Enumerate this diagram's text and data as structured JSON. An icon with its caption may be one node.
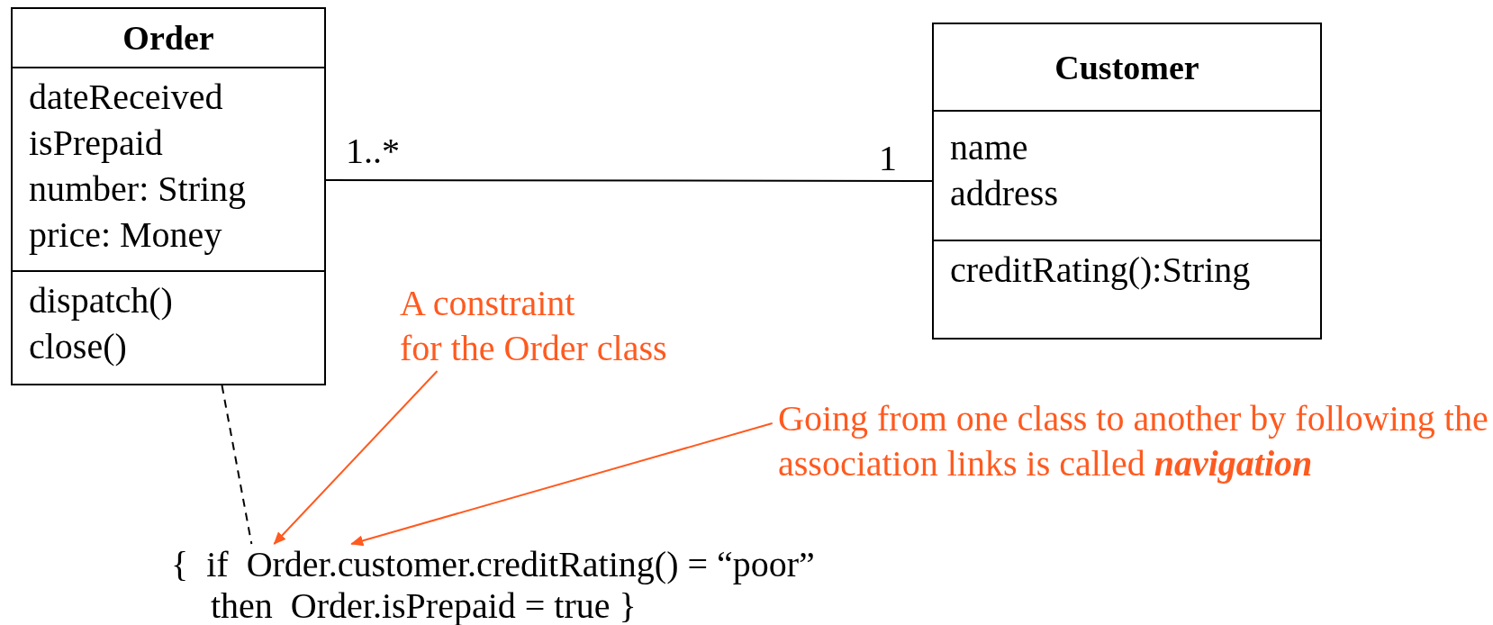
{
  "diagram": {
    "nodes": [
      {
        "text": [
          "Order",
          "dateReceived",
          "isPrepaid",
          "number: String",
          "price: Money",
          "dispatch()",
          "close()"
        ]
      },
      {
        "text": [
          "Customer",
          "name",
          "address",
          "creditRating():String"
        ]
      },
      {
        "text": [
          "{  if  Order.customer.creditRating() = “poor”",
          "then  Order.isPrepaid = true }"
        ]
      },
      {
        "text": [
          "A constraint",
          "for the Order class"
        ]
      },
      {
        "text": [
          "Going from one class to another by following the association links is called **navigation**"
        ]
      }
    ],
    "edges": [
      {
        "from": 0,
        "to": 1,
        "arrow": "none"
      },
      {
        "from": 0,
        "to": 2,
        "arrow": "none",
        "style": "dashed"
      },
      {
        "from": 3,
        "to": 2,
        "arrow": "to",
        "color": "#ff5a1f"
      },
      {
        "from": 4,
        "to": 2,
        "arrow": "to",
        "color": "#ff5a1f"
      }
    ],
    "labels": [
      "1..*",
      "1"
    ]
  }
}
